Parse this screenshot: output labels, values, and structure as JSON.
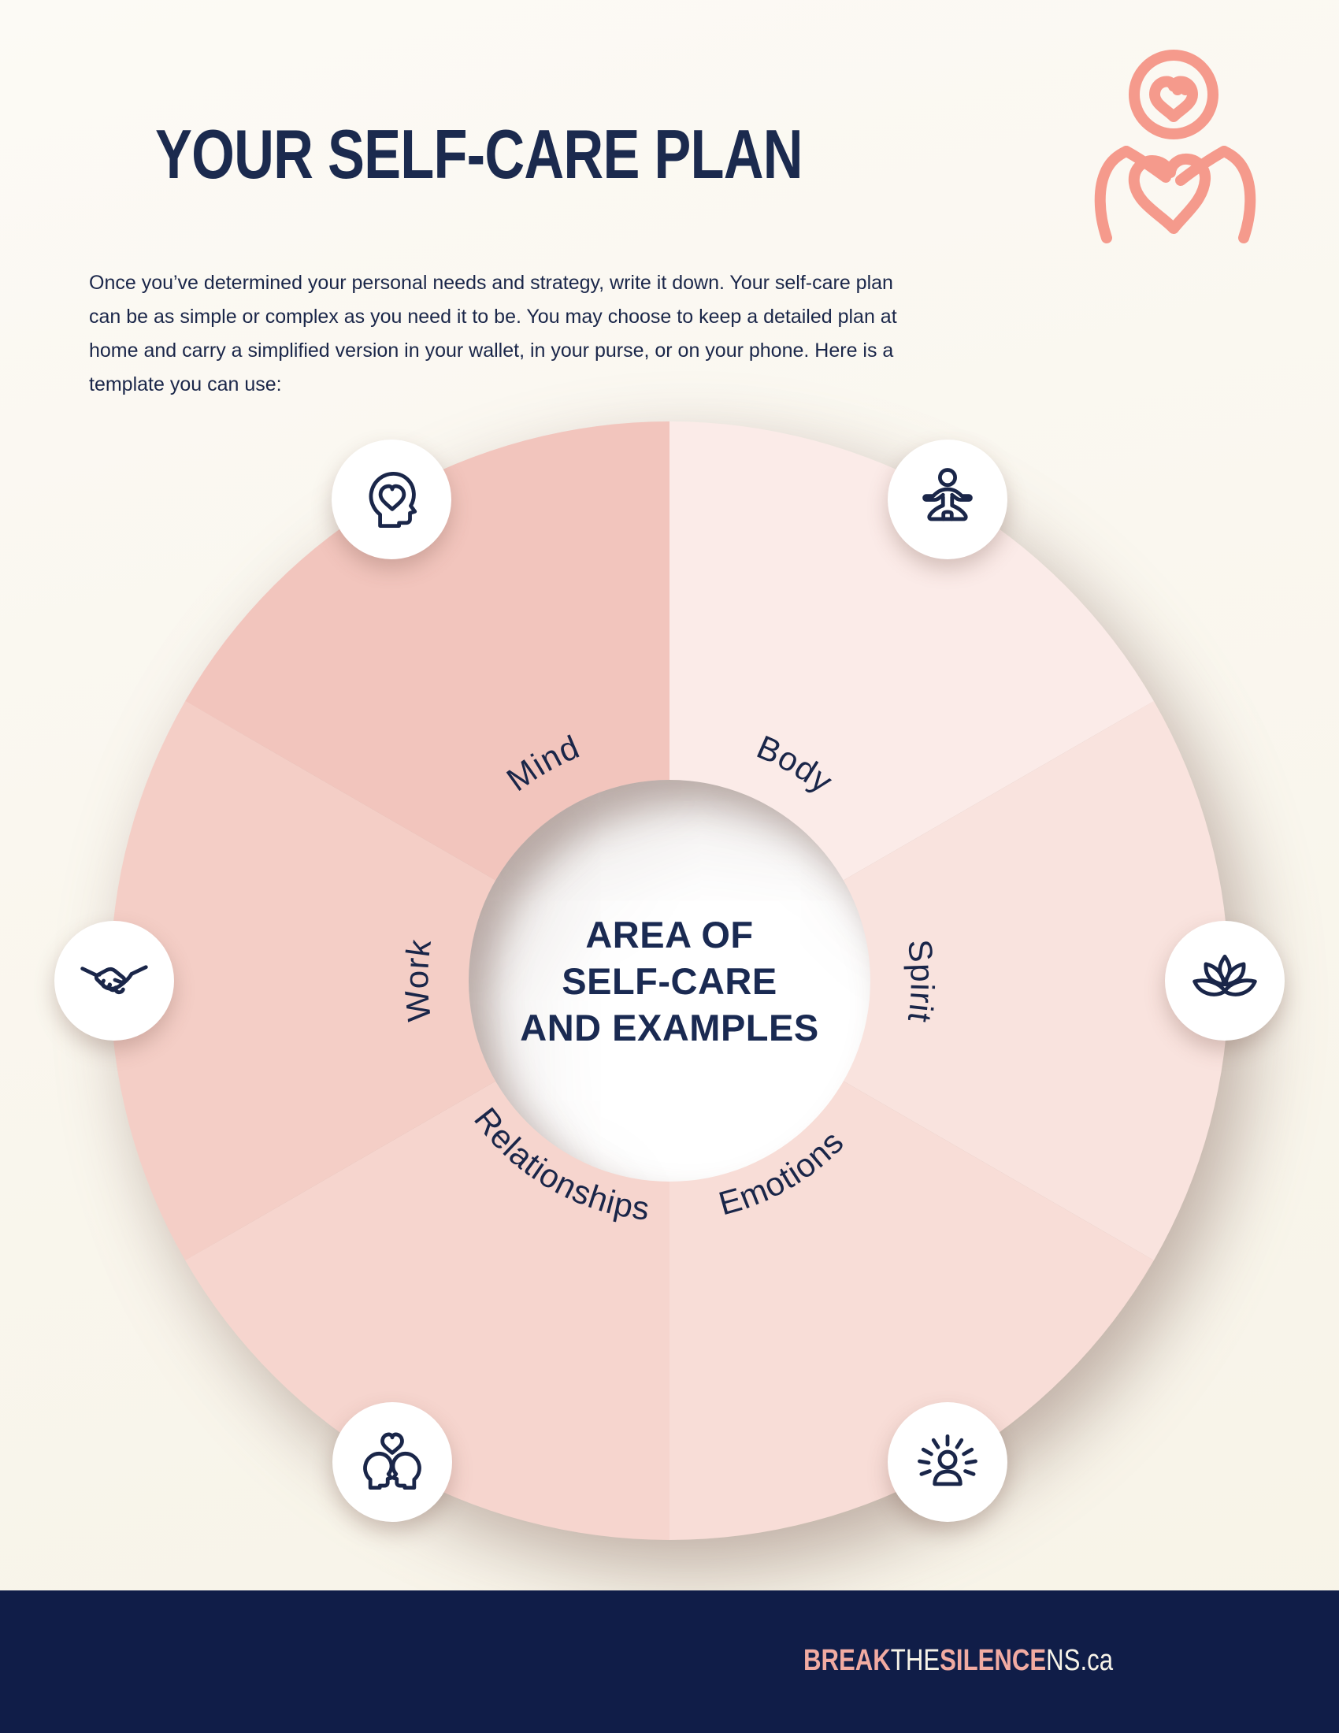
{
  "page": {
    "title": "YOUR SELF-CARE PLAN",
    "intro_lines": [
      "Once you’ve determined your personal needs and strategy, write it down. Your self-care plan",
      "can be as simple or complex as you need it to be. You may choose to keep a detailed plan at",
      "home and carry a simplified version in your wallet, in your purse, or on your phone. Here is a",
      "template you can use:"
    ]
  },
  "wheel": {
    "center_lines": [
      "AREA OF",
      "SELF-CARE",
      "AND EXAMPLES"
    ],
    "segments": [
      {
        "label": "Mind",
        "icon": "mind",
        "color": "#F2C5BD",
        "mid_angle_deg": 240
      },
      {
        "label": "Body",
        "icon": "body",
        "color": "#FBEBE8",
        "mid_angle_deg": 300
      },
      {
        "label": "Spirit",
        "icon": "spirit",
        "color": "#F9E3DE",
        "mid_angle_deg": 360
      },
      {
        "label": "Emotions",
        "icon": "emotions",
        "color": "#F8DDD7",
        "mid_angle_deg": 60
      },
      {
        "label": "Relationships",
        "icon": "relationships",
        "color": "#F6D5CE",
        "mid_angle_deg": 120
      },
      {
        "label": "Work",
        "icon": "work",
        "color": "#F4CEC6",
        "mid_angle_deg": 180
      }
    ]
  },
  "footer": {
    "segments": [
      {
        "text": "BREAK",
        "emphasis": true
      },
      {
        "text": "THE",
        "emphasis": false
      },
      {
        "text": "SILENCE",
        "emphasis": true
      },
      {
        "text": "NS.ca",
        "emphasis": false
      }
    ]
  },
  "colors": {
    "navy": "#1A2649",
    "coral": "#F59A8C",
    "footer_bg": "#101D48",
    "footer_pink": "#F1ABA2",
    "footer_cream": "#F7F3E8",
    "background": "#FAF7EF",
    "white": "#FFFFFF"
  }
}
